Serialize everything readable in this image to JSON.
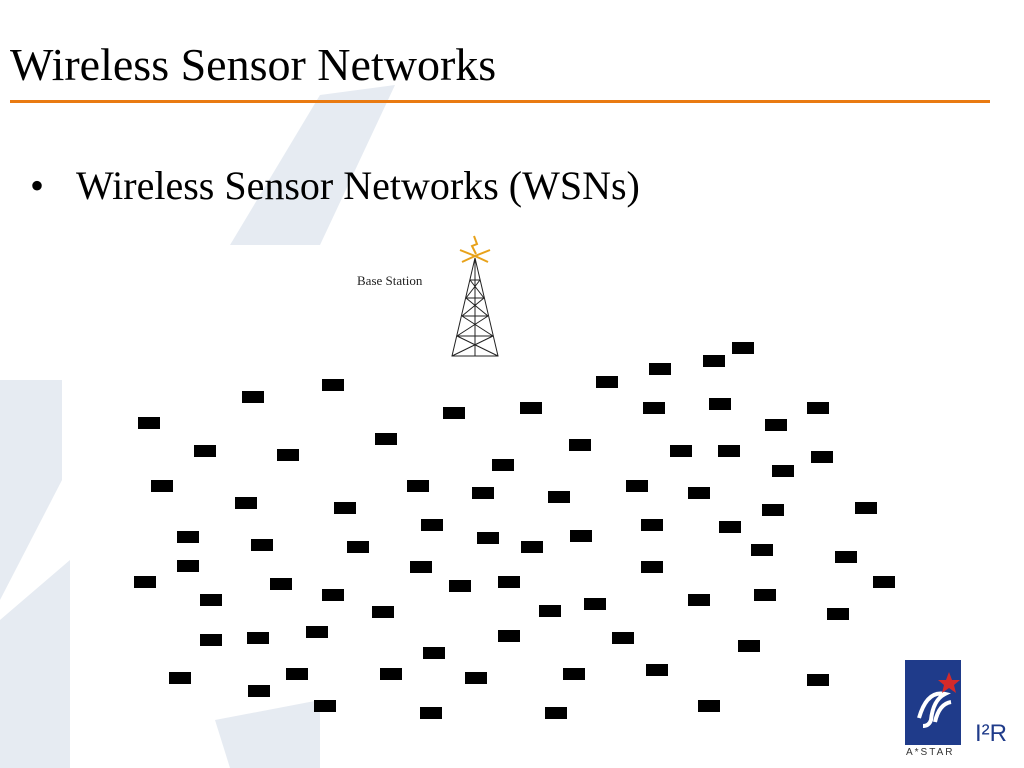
{
  "slide": {
    "title": "Wireless Sensor Networks",
    "bullet": "Wireless Sensor Networks (WSNs)",
    "accent_color": "#e97a12"
  },
  "diagram": {
    "base_station_label": "Base Station",
    "base_station_icon": "radio-tower-icon",
    "sensor_node_icon": "sensor-node-icon"
  },
  "logo": {
    "icon": "astar-logo-icon",
    "text": "I²R",
    "subtext": "A*STAR"
  }
}
